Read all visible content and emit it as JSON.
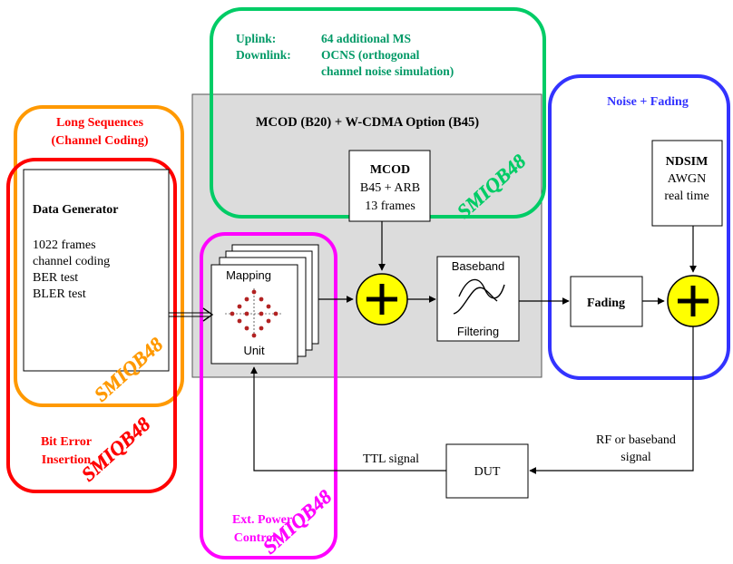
{
  "colors": {
    "orange": "#ff9900",
    "red": "#ff0000",
    "magenta": "#ff00ff",
    "green": "#00cc66",
    "blue": "#3333ff",
    "gray_panel": "#dcdcdc",
    "adder_fill": "#ffff00",
    "mapping_dots": "#b22222"
  },
  "long_sequences": {
    "line1": "Long Sequences",
    "line2": "(Channel Coding)"
  },
  "bit_error": {
    "line1": "Bit Error",
    "line2": "Insertion"
  },
  "ext_power": {
    "line1": "Ext. Power",
    "line2": "Control"
  },
  "green_box": {
    "uplink_label": "Uplink:",
    "uplink_value": "64 additional MS",
    "downlink_label": "Downlink:",
    "downlink_value_1": "OCNS (orthogonal",
    "downlink_value_2": "channel noise simulation)"
  },
  "noise_fading": {
    "title": "Noise + Fading"
  },
  "mcod_panel": {
    "title": "MCOD (B20) + W-CDMA Option (B45)"
  },
  "data_generator": {
    "title": "Data Generator",
    "lines": [
      "1022 frames",
      "channel coding",
      "BER test",
      "BLER test"
    ]
  },
  "mcod_box": {
    "title": "MCOD",
    "line1": "B45 + ARB",
    "line2": "13 frames"
  },
  "ndsim_box": {
    "title": "NDSIM",
    "line1": "AWGN",
    "line2": "real time"
  },
  "mapping_unit": {
    "top": "Mapping",
    "bottom": "Unit"
  },
  "baseband": {
    "top": "Baseband",
    "bottom": "Filtering"
  },
  "fading_box": {
    "label": "Fading"
  },
  "dut": {
    "label": "DUT"
  },
  "ttl_signal": "TTL signal",
  "rf_signal": {
    "line1": "RF or baseband",
    "line2": "signal"
  },
  "watermark": "SMIQB48"
}
